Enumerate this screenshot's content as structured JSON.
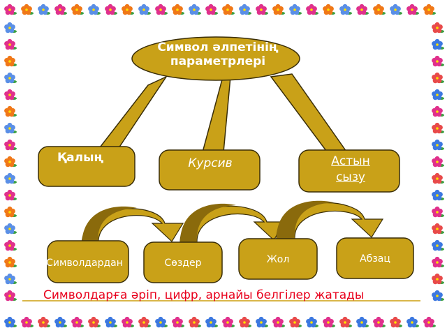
{
  "diagram": {
    "title_line1": "Символ әлпетінің",
    "title_line2": "параметрлері",
    "bold": "Қалың",
    "italic": "Курсив",
    "underline_line1": "Астын",
    "underline_line2": "сызу",
    "items": [
      "Символдардан",
      "Сөздер",
      "Жол",
      "Абзац"
    ],
    "caption": "Символдарға әріп, цифр, арнайы белгілер жатады"
  },
  "colors": {
    "box_fill": "#c9a118",
    "box_stroke": "#3a2e08",
    "arrow_fill": "#c9a118",
    "arrow_dark": "#8a6a0c",
    "caption": "#e8001c"
  }
}
